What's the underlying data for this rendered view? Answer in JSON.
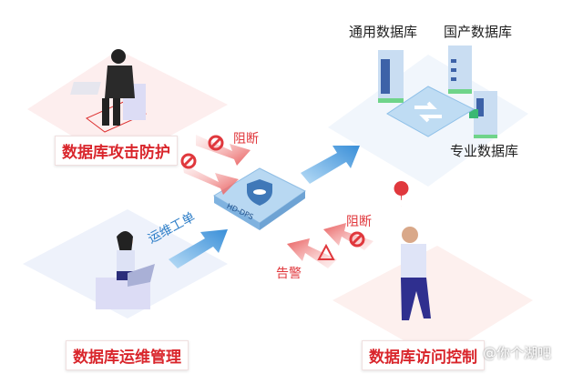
{
  "labels": {
    "attack": "数据库攻击防护",
    "ops": "数据库运维管理",
    "access": "数据库访问控制"
  },
  "databases": {
    "general": "通用数据库",
    "domestic": "国产数据库",
    "special": "专业数据库"
  },
  "arrows": {
    "block_top": "阻断",
    "block_right": "阻断",
    "alert": "告警",
    "ops_ticket": "运维工单"
  },
  "device": "HD-DPS",
  "watermark": "@你个湖吧",
  "colors": {
    "red": "#e0383d",
    "blue": "#3a8fd8"
  }
}
